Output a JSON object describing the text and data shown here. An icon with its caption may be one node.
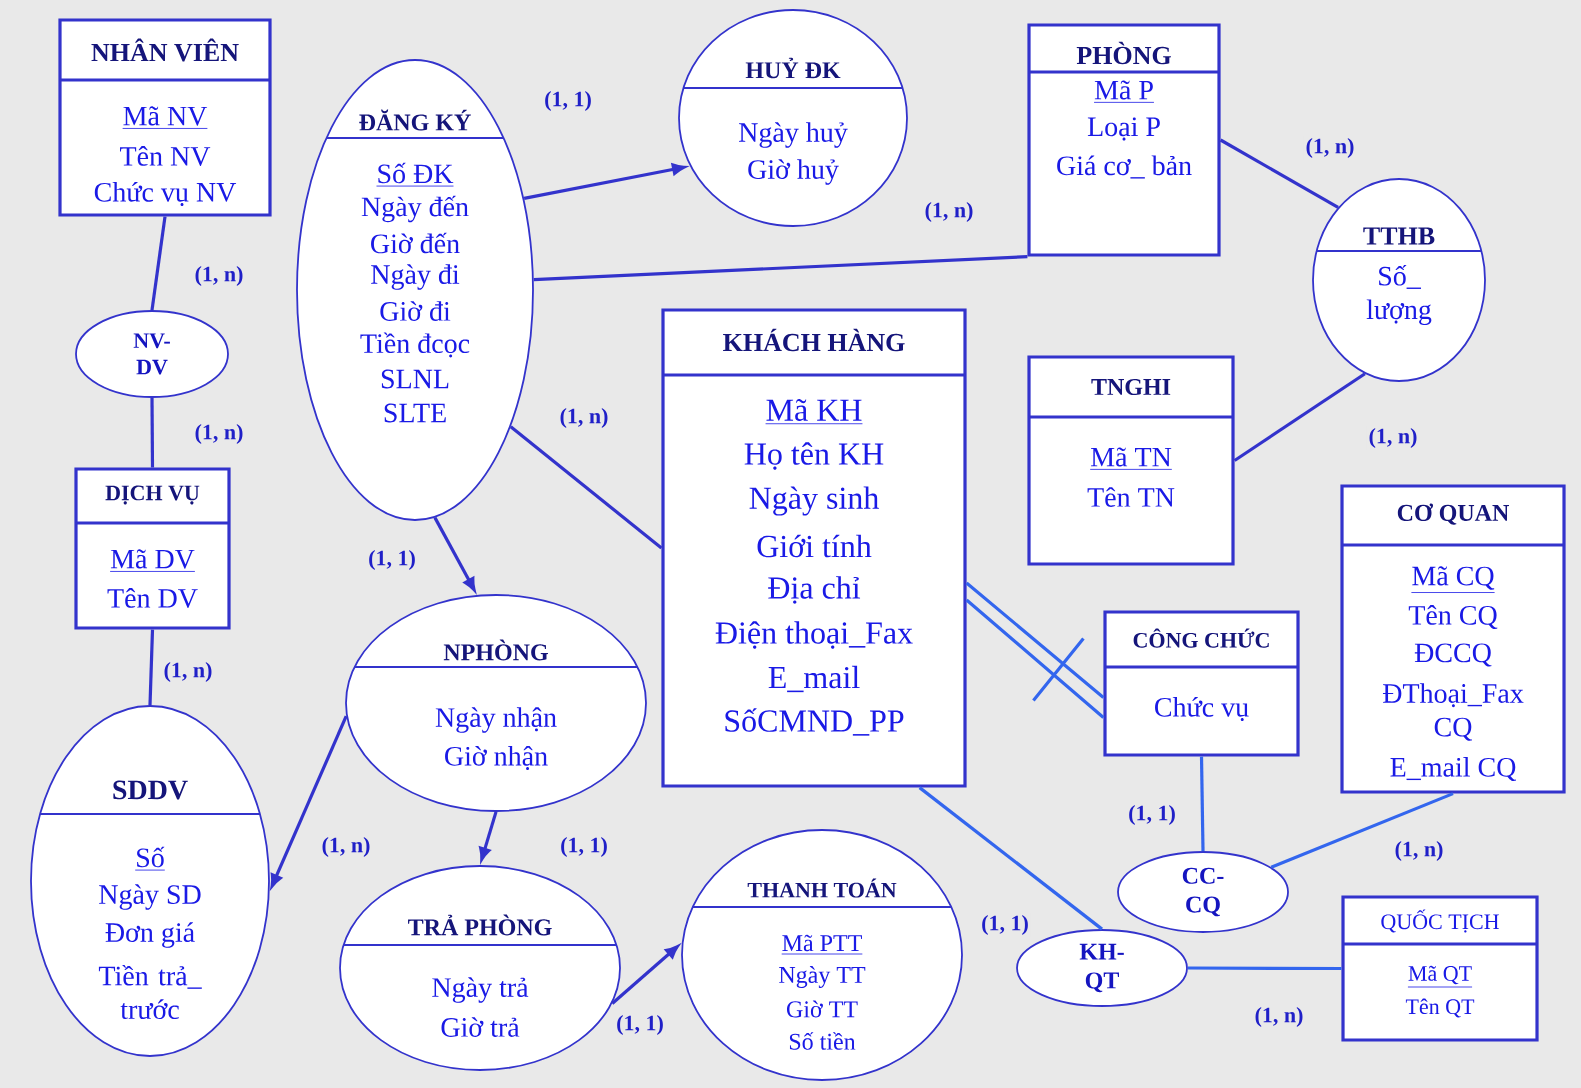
{
  "diagram": {
    "nodes": [
      {
        "text": [
          "NHÂN VIÊN",
          "Mã NV",
          "Tên NV",
          "Chức vụ NV"
        ]
      },
      {
        "text": [
          "NV- DV"
        ]
      },
      {
        "text": [
          "DỊCH VỤ",
          "Mã DV",
          "Tên DV"
        ]
      },
      {
        "text": [
          "SDDV",
          "Số",
          "Ngày SD",
          "Đơn giá",
          "Tiền trả_ trước"
        ]
      },
      {
        "text": [
          "ĐĂNG KÝ",
          "Số ĐK",
          "Ngày đến",
          "Giờ đến",
          "Ngày đi",
          "Giờ đi",
          "Tiền đcọc",
          "SLNL",
          "SLTE"
        ]
      },
      {
        "text": [
          "HUỶ ĐK",
          "Ngày huỷ",
          "Giờ huỷ"
        ]
      },
      {
        "text": [
          "NPHÒNG",
          "Ngày nhận",
          "Giờ nhận"
        ]
      },
      {
        "text": [
          "TRẢ PHÒNG",
          "Ngày trả",
          "Giờ trả"
        ]
      },
      {
        "text": [
          "THANH TOÁN",
          "Mã PTT",
          "Ngày TT",
          "Giờ TT",
          "Số tiền"
        ]
      },
      {
        "text": [
          "PHÒNG",
          "Mã P",
          "Loại P",
          "Giá cơ_ bản"
        ]
      },
      {
        "text": [
          "KHÁCH HÀNG",
          "Mã KH",
          "Họ tên KH",
          "Ngày sinh",
          "Giới tính",
          "Địa chỉ",
          "Điện thoại_Fax",
          "E_mail",
          "SốCMND_PP"
        ]
      },
      {
        "text": [
          "TTHB",
          "Số_ lượng"
        ]
      },
      {
        "text": [
          "TNGHI",
          "Mã TN",
          "Tên TN"
        ]
      },
      {
        "text": [
          "CÔNG CHỨC",
          "Chức vụ"
        ]
      },
      {
        "text": [
          "CƠ QUAN",
          "Mã CQ",
          "Tên CQ",
          "ĐCCQ",
          "ĐThoại_Fax CQ",
          "E_mail CQ"
        ]
      },
      {
        "text": [
          "CC- CQ"
        ]
      },
      {
        "text": [
          "KH- QT"
        ]
      },
      {
        "text": [
          "QUỐC TỊCH",
          "Mã QT",
          "Tên QT"
        ]
      }
    ],
    "edges": [
      {
        "from": 0,
        "to": 1,
        "arrow": "none",
        "label": "(1, n)"
      },
      {
        "from": 1,
        "to": 2,
        "arrow": "none",
        "label": "(1, n)"
      },
      {
        "from": 2,
        "to": 3,
        "arrow": "none",
        "label": "(1, n)"
      },
      {
        "from": 4,
        "to": 5,
        "arrow": "to",
        "label": "(1, 1)"
      },
      {
        "from": 4,
        "to": 9,
        "arrow": "none",
        "label": "(1, n)"
      },
      {
        "from": 4,
        "to": 10,
        "arrow": "none",
        "label": "(1, n)"
      },
      {
        "from": 4,
        "to": 6,
        "arrow": "to",
        "label": "(1, 1)"
      },
      {
        "from": 6,
        "to": 3,
        "arrow": "to",
        "label": "(1, n)"
      },
      {
        "from": 6,
        "to": 7,
        "arrow": "to",
        "label": "(1, 1)"
      },
      {
        "from": 7,
        "to": 8,
        "arrow": "to",
        "label": "(1, 1)"
      },
      {
        "from": 9,
        "to": 11,
        "arrow": "none",
        "label": "(1, n)"
      },
      {
        "from": 11,
        "to": 12,
        "arrow": "none",
        "label": "(1, n)"
      },
      {
        "from": 10,
        "to": 13,
        "arrow": "none",
        "color": "#3366ee"
      },
      {
        "from": 13,
        "to": 15,
        "arrow": "none",
        "label": "(1, 1)",
        "color": "#3366ee"
      },
      {
        "from": 14,
        "to": 15,
        "arrow": "none",
        "label": "(1, n)",
        "color": "#3366ee"
      },
      {
        "from": 10,
        "to": 16,
        "arrow": "none",
        "label": "(1, 1)",
        "color": "#3366ee"
      },
      {
        "from": 16,
        "to": 17,
        "arrow": "none",
        "label": "(1, n)",
        "color": "#3366ee"
      }
    ]
  }
}
